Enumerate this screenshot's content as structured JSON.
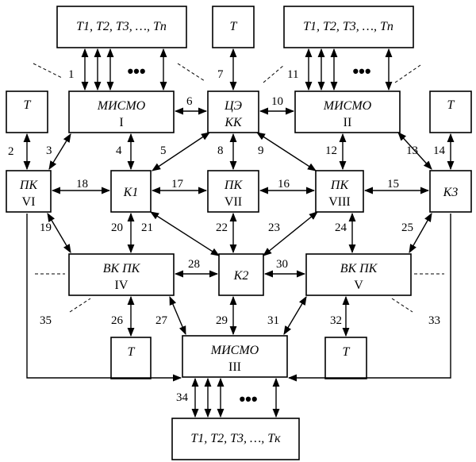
{
  "nodes": {
    "t_list_top_left": "T1, T2, T3, …, Tn",
    "t_top_center": "T",
    "t_list_top_right": "T1, T2, T3, …, Tn",
    "t_left": "T",
    "mismo1_name": "МИСМО",
    "mismo1_num": "I",
    "ceKK_line1": "ЦЭ",
    "ceKK_line2": "КК",
    "mismo2_name": "МИСМО",
    "mismo2_num": "II",
    "t_right": "T",
    "pk6_name": "ПК",
    "pk6_num": "VI",
    "k1": "K1",
    "pk7_name": "ПК",
    "pk7_num": "VII",
    "pk8_name": "ПК",
    "pk8_num": "VIII",
    "k3": "K3",
    "vkpk4_name": "ВК ПК",
    "vkpk4_num": "IV",
    "k2": "K2",
    "vkpk5_name": "ВК ПК",
    "vkpk5_num": "V",
    "t_bottom_left": "T",
    "mismo3_name": "МИСМО",
    "mismo3_num": "III",
    "t_bottom_right": "T",
    "t_list_bottom": "T1, T2, T3, …, Tк"
  },
  "links": [
    "1",
    "2",
    "3",
    "4",
    "5",
    "6",
    "7",
    "8",
    "9",
    "10",
    "11",
    "12",
    "13",
    "14",
    "15",
    "16",
    "17",
    "18",
    "19",
    "20",
    "21",
    "22",
    "23",
    "24",
    "25",
    "26",
    "27",
    "28",
    "29",
    "30",
    "31",
    "32",
    "33",
    "34",
    "35"
  ],
  "ellipsis": "•••"
}
